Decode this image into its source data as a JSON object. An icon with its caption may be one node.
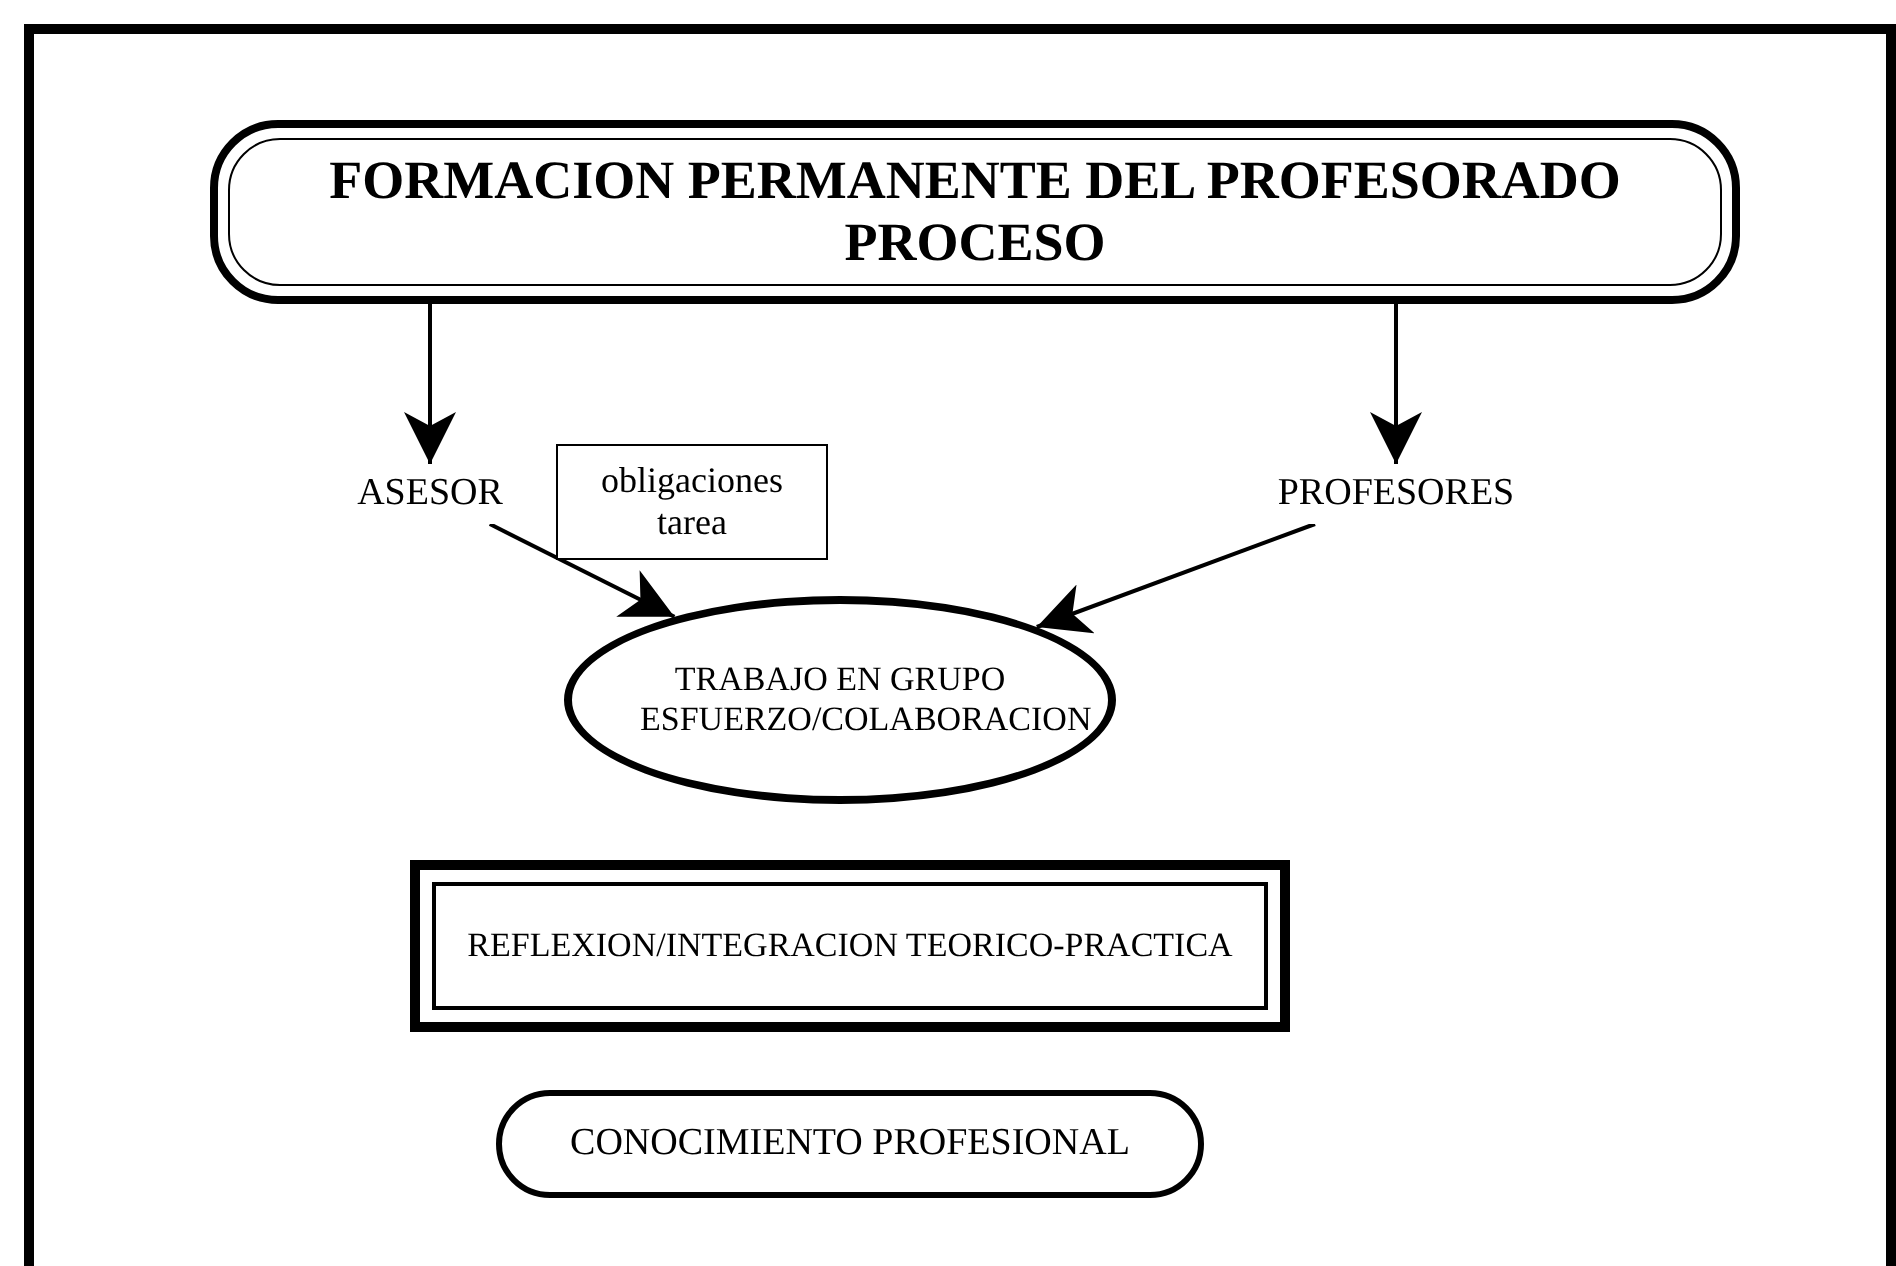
{
  "diagram": {
    "nodes": [
      {
        "text": [
          "FORMACION PERMANENTE DEL PROFESORADO PROCESO"
        ]
      },
      {
        "text": [
          "ASESOR"
        ]
      },
      {
        "text": [
          "obligaciones tarea"
        ]
      },
      {
        "text": [
          "PROFESORES"
        ]
      },
      {
        "text": [
          "TRABAJO EN GRUPO ESFUERZO/COLABORACION"
        ]
      },
      {
        "text": [
          "REFLEXION/INTEGRACION TEORICO-PRACTICA"
        ]
      },
      {
        "text": [
          "CONOCIMIENTO PROFESIONAL"
        ]
      }
    ],
    "edges": [
      {
        "from": 0,
        "to": 1,
        "arrow": "to"
      },
      {
        "from": 0,
        "to": 3,
        "arrow": "to"
      },
      {
        "from": 1,
        "to": 4,
        "arrow": "to"
      },
      {
        "from": 3,
        "to": 4,
        "arrow": "to"
      }
    ]
  }
}
